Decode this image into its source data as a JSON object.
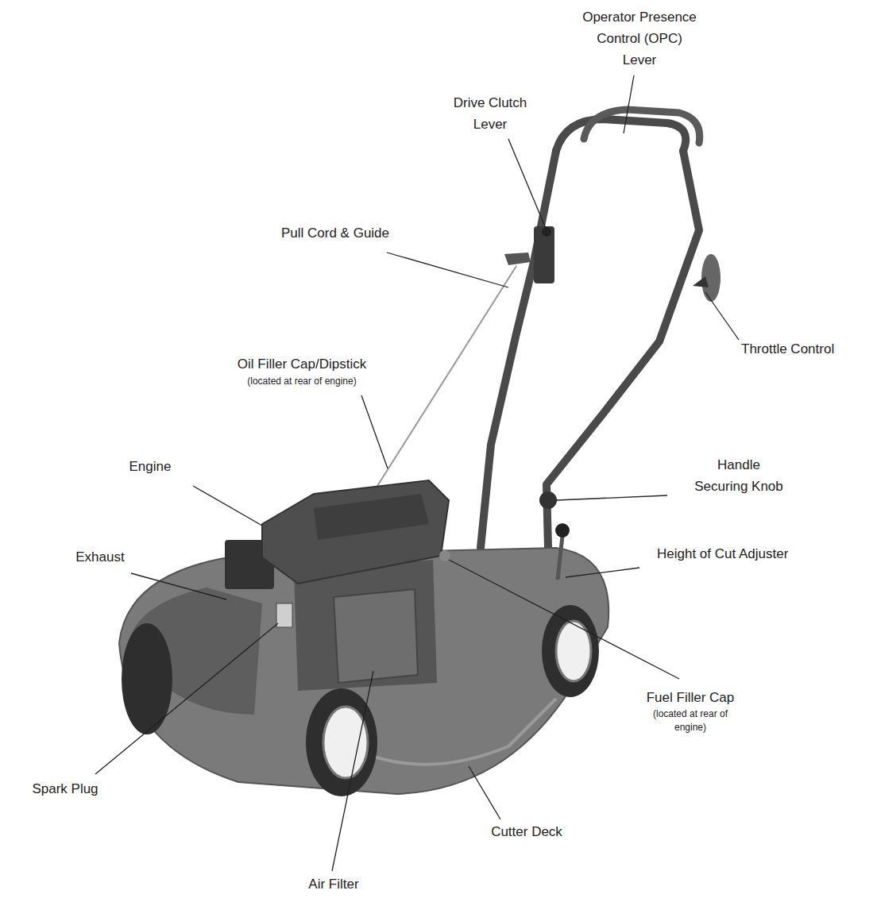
{
  "diagram": {
    "labels": [
      "Operator Presence Control (OPC) Lever",
      "Drive Clutch Lever",
      "Pull Cord & Guide",
      "Throttle Control",
      "Oil Filler Cap/Dipstick",
      "(located at rear of engine)",
      "Engine",
      "Handle Securing Knob",
      "Exhaust",
      "Height of Cut Adjuster",
      "Fuel Filler Cap",
      "(located at rear of engine)",
      "Spark Plug",
      "Cutter Deck",
      "Air Filter"
    ]
  }
}
